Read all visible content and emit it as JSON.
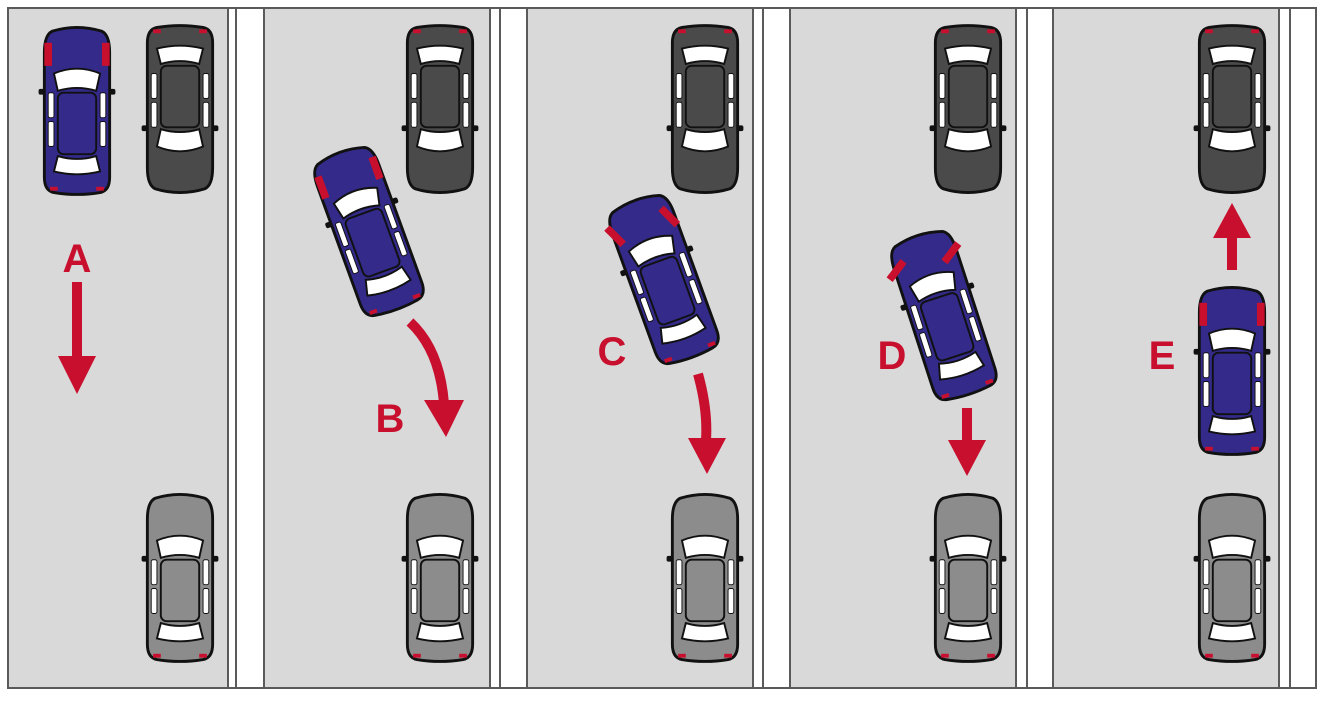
{
  "steps": [
    {
      "label": "A"
    },
    {
      "label": "B"
    },
    {
      "label": "C"
    },
    {
      "label": "D"
    },
    {
      "label": "E"
    }
  ],
  "colors": {
    "road": "#d9d9d9",
    "curb": "#ffffff",
    "outline": "#5a5a5a",
    "accent": "#c8102e",
    "user_car": "#332a8a",
    "parked_car_dark": "#4a4a4a",
    "parked_car_light": "#8c8c8c"
  },
  "icons": {
    "user_car": "car-top-view-icon",
    "parked_car": "car-top-view-icon",
    "arrow": "arrow-icon"
  }
}
